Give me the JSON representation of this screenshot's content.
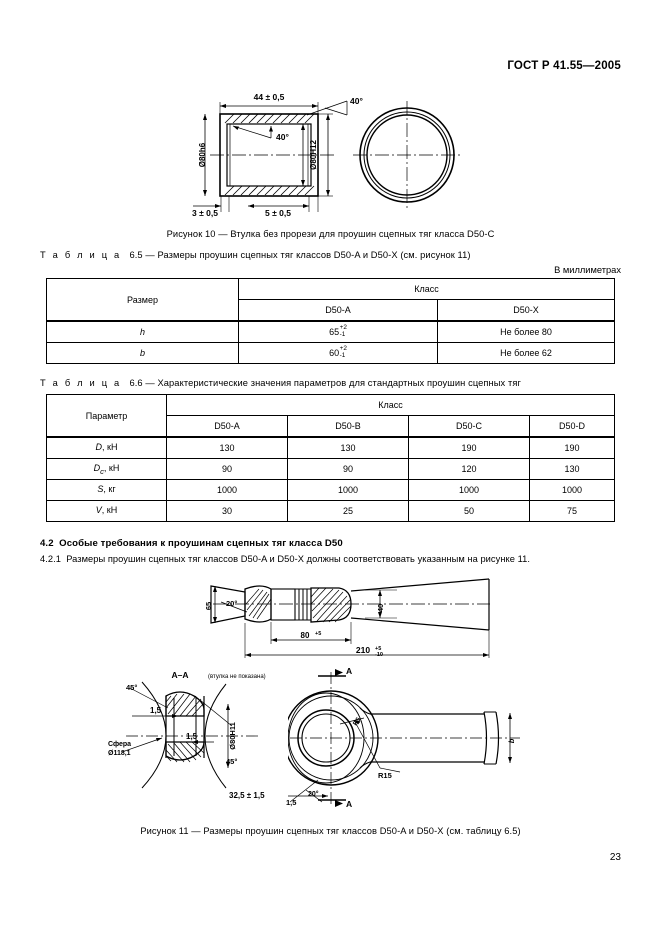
{
  "document": {
    "standard_header": "ГОСТ Р 41.55—2005",
    "page_number": "23"
  },
  "figure_10": {
    "caption": "Рисунок 10 — Втулка без прорези для проушин сцепных тяг класса D50-C",
    "labels": {
      "width": "44 ± 0,5",
      "outer_dia": "Ø80h6",
      "inner_dia": "Ø80H12",
      "angle_inner": "40°",
      "angle_outer": "40°",
      "wall_left": "3 ± 0,5",
      "wall_right": "5 ± 0,5"
    }
  },
  "table_6_5": {
    "title_prefix": "Т а б л и ц а",
    "number": "6.5",
    "title": "— Размеры проушин сцепных тяг классов D50-A и D50-X (см. рисунок 11)",
    "units_note": "В миллиметрах",
    "header_param": "Размер",
    "header_group": "Класс",
    "classes": [
      "D50-A",
      "D50-X"
    ],
    "rows": [
      {
        "param": "h",
        "d50a_base": "65",
        "d50a_sup": "+2",
        "d50a_sub": "-1",
        "d50x": "Не более 80"
      },
      {
        "param": "b",
        "d50a_base": "60",
        "d50a_sup": "+2",
        "d50a_sub": "-1",
        "d50x": "Не более 62"
      }
    ]
  },
  "table_6_6": {
    "title_prefix": "Т а б л и ц а",
    "number": "6.6",
    "title": "— Характеристические значения параметров для стандартных проушин сцепных тяг",
    "header_param": "Параметр",
    "header_group": "Класс",
    "classes": [
      "D50-A",
      "D50-B",
      "D50-C",
      "D50-D"
    ],
    "rows": [
      {
        "param_italic": "D",
        "param_sub": "",
        "param_rest": ", кН",
        "values": [
          "130",
          "130",
          "190",
          "190"
        ]
      },
      {
        "param_italic": "D",
        "param_sub": "c",
        "param_rest": ", кН",
        "values": [
          "90",
          "90",
          "120",
          "130"
        ]
      },
      {
        "param_italic": "S",
        "param_sub": "",
        "param_rest": ", кг",
        "values": [
          "1000",
          "1000",
          "1000",
          "1000"
        ]
      },
      {
        "param_italic": "V",
        "param_sub": "",
        "param_rest": ", кН",
        "values": [
          "30",
          "25",
          "50",
          "75"
        ]
      }
    ]
  },
  "section": {
    "heading_number": "4.2",
    "heading_text": "Особые требования к проушинам сцепных тяг класса D50",
    "clause_number": "4.2.1",
    "clause_text": "Размеры проушин сцепных тяг классов D50-A и D50-X должны соответствовать указанным на рисунке 11."
  },
  "figure_11": {
    "caption": "Рисунок 11 — Размеры проушин сцепных тяг классов D50-A и D50-X (см. таблицу 6.5)",
    "side_view": {
      "angle_left": "20°",
      "collar_length": "80",
      "collar_sup": "+5",
      "total_length": "210",
      "total_sup": "+5",
      "total_sub": "-10",
      "height": "40",
      "height_left": "65"
    },
    "section_view": {
      "title": "А–А",
      "title_note": "(втулка не показана)",
      "angle_top": "45°",
      "angle_bottom": "45°",
      "step_top": "1,5",
      "step_bottom": "1,5",
      "bore_dia": "Ø80H11",
      "sphere_label": "Сфера",
      "sphere_dia": "Ø118,1"
    },
    "plan_view": {
      "section_mark_top": "А",
      "section_mark_bottom": "А",
      "radius": "R15",
      "angle": "20°",
      "thickness": "1,5",
      "offset": "32,5 ± 1,5",
      "shank_height": "b"
    }
  }
}
